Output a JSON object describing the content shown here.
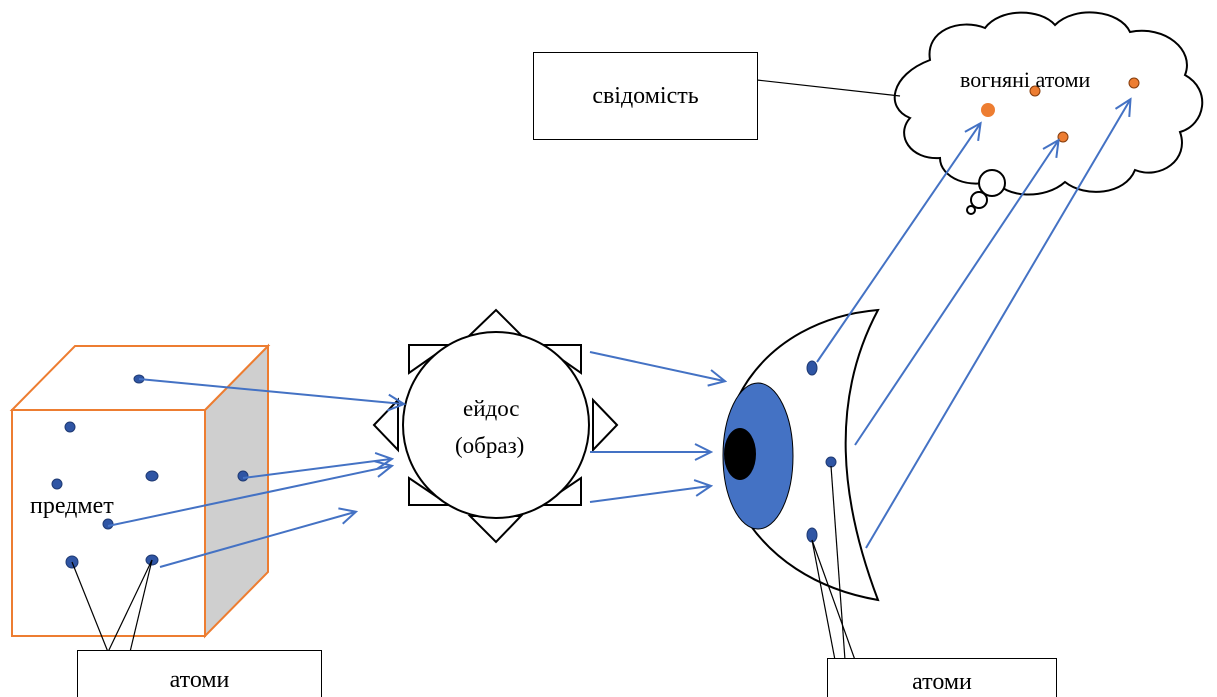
{
  "labels": {
    "consciousness": "свідомість",
    "fire_atoms": "вогняні атоми",
    "eidos_line1": "ейдос",
    "eidos_line2": "(образ)",
    "object": "предмет",
    "atoms_left": "атоми",
    "atoms_right": "атоми"
  },
  "colors": {
    "arrow": "#4472c4",
    "atom_blue": "#2f55a4",
    "atom_orange": "#ed7d31",
    "cube_edge": "#ed7d31",
    "cube_shade": "#cfcfcf",
    "iris": "#4472c4",
    "pupil": "#000000"
  },
  "icons": [
    "cube",
    "eidos-sun",
    "eye",
    "thought-cloud"
  ]
}
